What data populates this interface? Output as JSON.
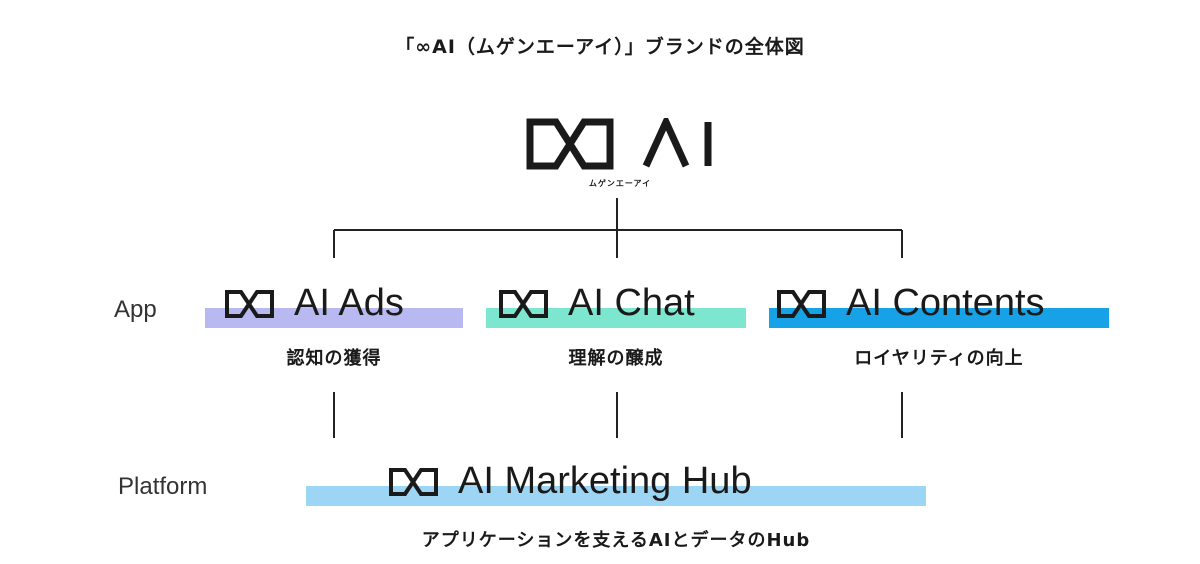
{
  "title": "「∞AI（ムゲンエーアイ）」ブランドの全体図",
  "main_logo": {
    "icon": "infinity-ai-logo-icon",
    "subtitle": "ムゲンエーアイ"
  },
  "rows": {
    "app": "App",
    "platform": "Platform"
  },
  "apps": [
    {
      "name": "AI Ads",
      "caption": "認知の獲得",
      "color": "#b8b9f0"
    },
    {
      "name": "AI Chat",
      "caption": "理解の醸成",
      "color": "#7de6cf"
    },
    {
      "name": "AI Contents",
      "caption": "ロイヤリティの向上",
      "color": "#17a2e8"
    }
  ],
  "platform": {
    "name": "AI Marketing Hub",
    "caption": "アプリケーションを支えるAIとデータのHub",
    "color": "#9dd6f5"
  }
}
